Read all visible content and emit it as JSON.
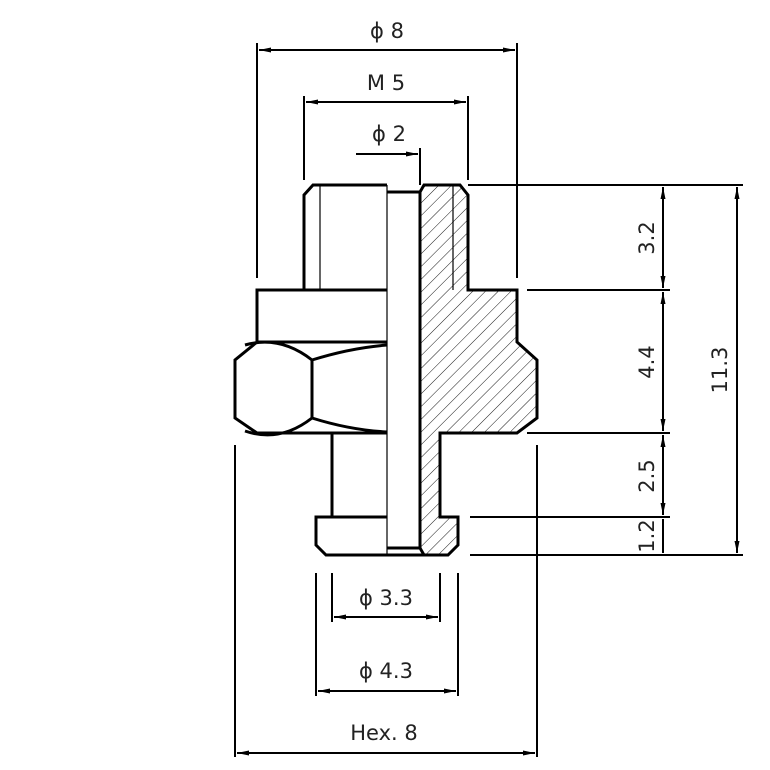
{
  "drawing": {
    "colors": {
      "line": "#000000",
      "text": "#222222",
      "background": "#ffffff"
    },
    "dimensions": {
      "outer_diameter": "ϕ 8",
      "thread": "M 5",
      "bore": "ϕ 2",
      "groove_diameter": "ϕ 3.3",
      "collar_diameter": "ϕ 4.3",
      "hex": "Hex. 8",
      "thread_length": "3.2",
      "hex_height": "4.4",
      "shank_length": "2.5",
      "collar_height": "1.2",
      "overall_length": "11.3"
    }
  }
}
